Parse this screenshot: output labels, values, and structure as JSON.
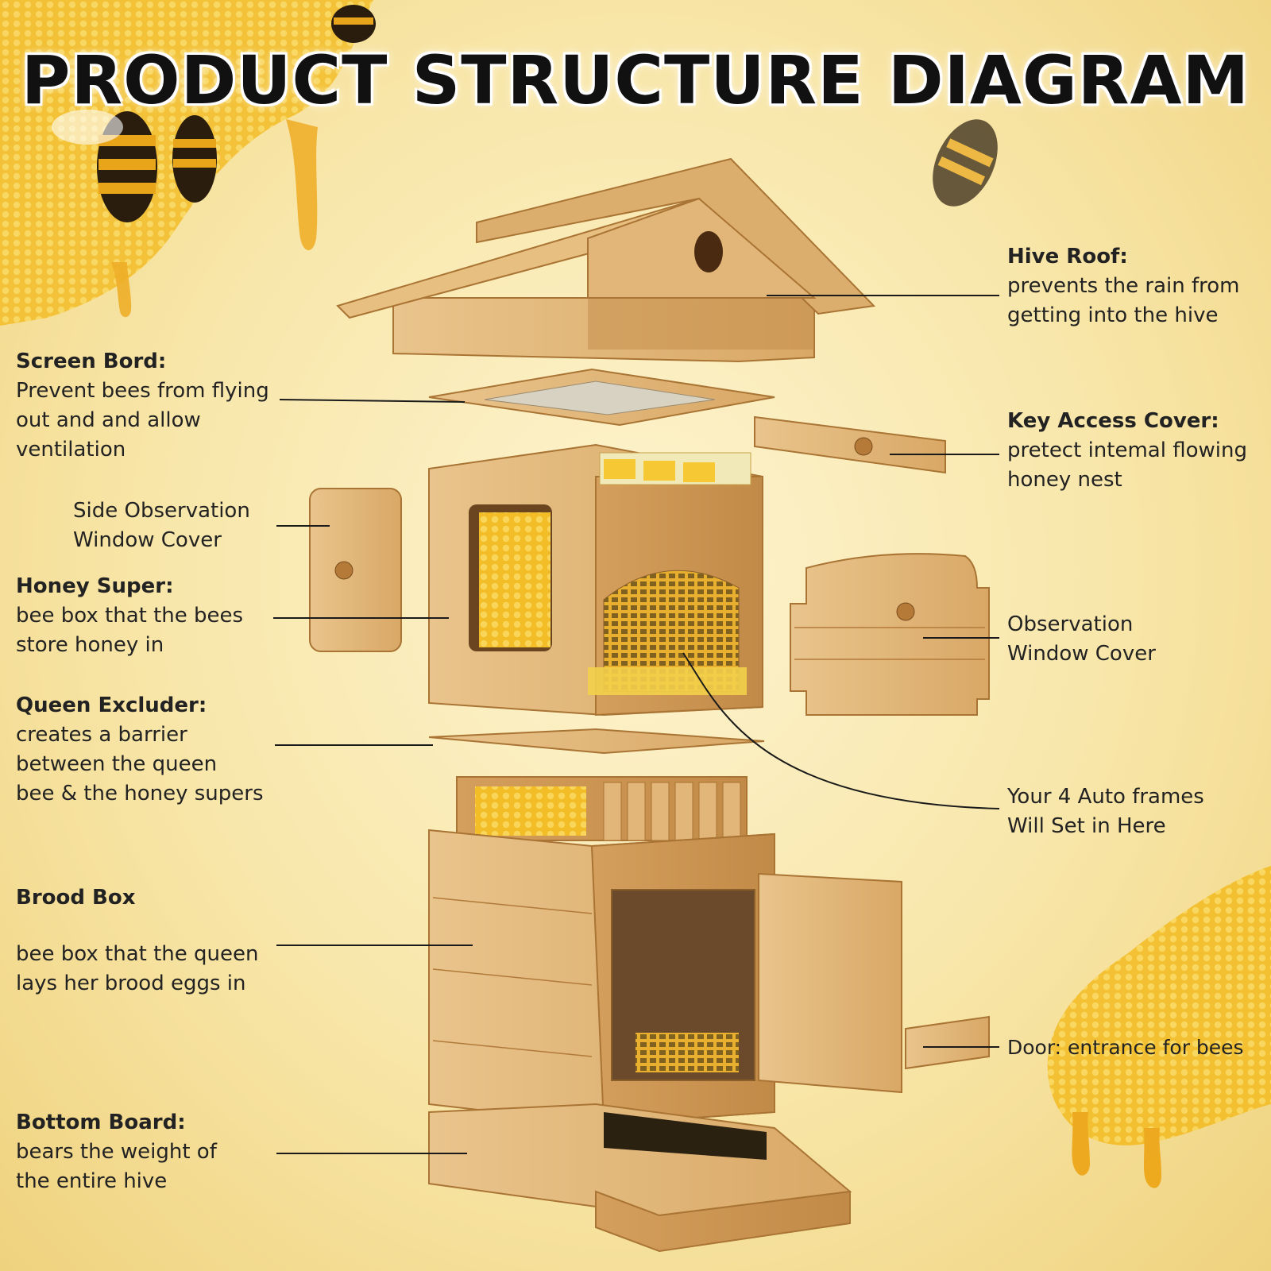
{
  "title": "PRODUCT STRUCTURE DIAGRAM",
  "labels": {
    "hive_roof": {
      "head": "Hive Roof:",
      "desc": "prevents the rain from\ngetting into the hive"
    },
    "screen_bord": {
      "head": "Screen Bord:",
      "desc": "Prevent bees from flying\nout and and allow\nventilation"
    },
    "key_access": {
      "head": "Key Access Cover:",
      "desc": "pretect intemal flowing\nhoney nest"
    },
    "side_obs": {
      "head": "Side Observation\nWindow Cover"
    },
    "honey_super": {
      "head": "Honey Super:",
      "desc": "bee box that the bees\nstore honey in"
    },
    "obs_cover": {
      "head": "Observation\nWindow Cover"
    },
    "queen_excluder": {
      "head": "Queen Excluder:",
      "desc": "creates a barrier\nbetween the queen\nbee & the honey supers"
    },
    "auto_frames": {
      "head": "Your 4 Auto frames\nWill Set in Here"
    },
    "brood_box": {
      "head": "Brood Box",
      "desc": "bee box that the queen\nlays her brood eggs in"
    },
    "door": {
      "head": "Door: entrance for bees"
    },
    "bottom_board": {
      "head": "Bottom Board:",
      "desc": "bears the weight of\nthe entire hive"
    }
  },
  "colors": {
    "wood_light": "#e9c48c",
    "wood_mid": "#d9a866",
    "wood_dark": "#b9843f",
    "honey": "#f2b51c",
    "comb": "#f6c634",
    "leader": "#1a1a1a"
  }
}
